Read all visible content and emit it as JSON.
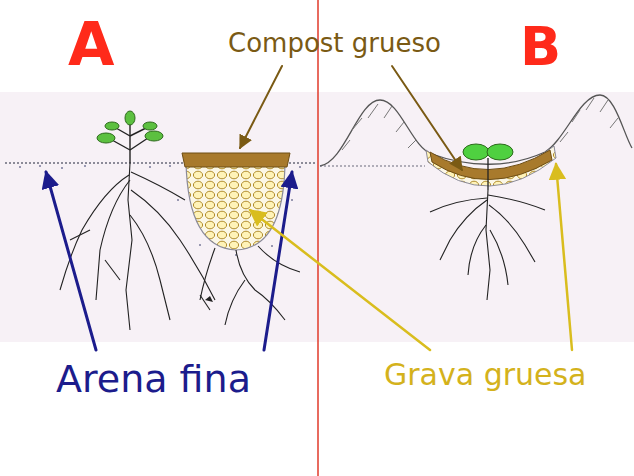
{
  "diagram": {
    "labels": [
      "A",
      "B",
      "Compost grueso",
      "Arena fina",
      "Grava gruesa"
    ]
  }
}
